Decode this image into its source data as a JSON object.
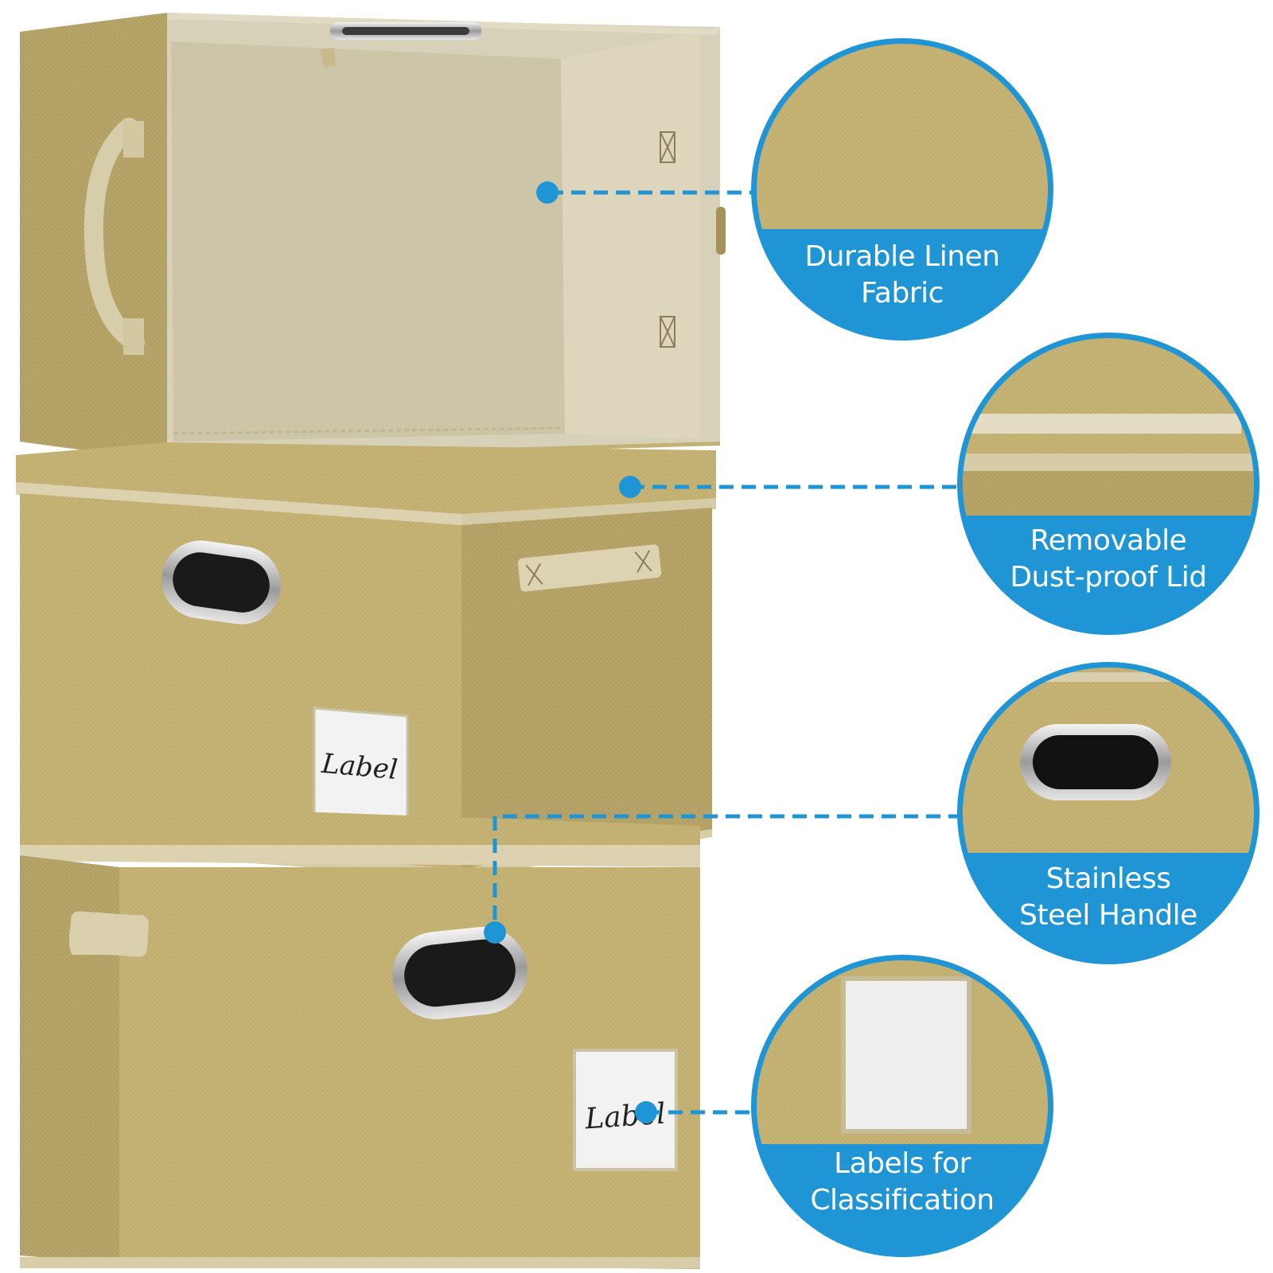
{
  "features": [
    {
      "name": "linen-fabric",
      "line1": "Durable Linen",
      "line2": "Fabric",
      "icon": "linen-texture-closeup"
    },
    {
      "name": "dust-proof-lid",
      "line1": "Removable",
      "line2": "Dust-proof Lid",
      "icon": "lid-edge-closeup"
    },
    {
      "name": "steel-handle",
      "line1": "Stainless",
      "line2": "Steel Handle",
      "icon": "oval-handle-closeup"
    },
    {
      "name": "labels",
      "line1": "Labels for",
      "line2": "Classification",
      "icon": "label-pocket-closeup"
    }
  ],
  "box_labels": {
    "middle": "Label",
    "bottom": "Label"
  },
  "colors": {
    "accent_blue": "#1f95d6",
    "fabric": "#c8b77a",
    "fabric_dark": "#a8975c",
    "interior": "#d4cdb6",
    "trim": "#d9cfae"
  }
}
